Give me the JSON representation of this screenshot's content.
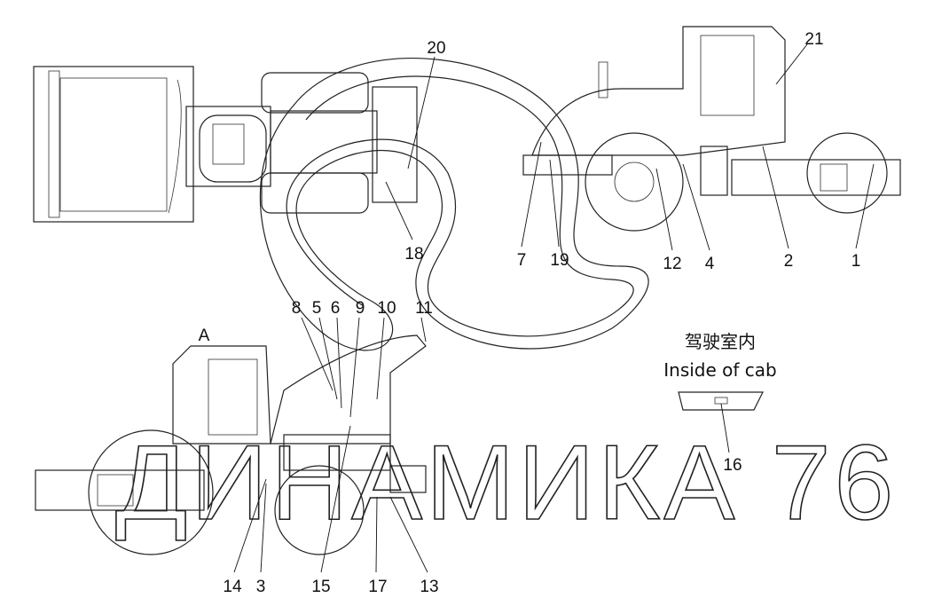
{
  "callouts": {
    "top_plan": [
      "20",
      "18"
    ],
    "top_side": [
      "21",
      "7",
      "19",
      "12",
      "4",
      "2",
      "1"
    ],
    "bottom_side_top": [
      "8",
      "5",
      "6",
      "9",
      "10",
      "11",
      "A"
    ],
    "bottom_side_bottom": [
      "14",
      "3",
      "15",
      "17",
      "13"
    ],
    "cab": "16"
  },
  "cab_caption": {
    "chinese": "驾驶室内",
    "english": "Inside of cab"
  },
  "watermark": "ДИНАМИКА 76"
}
